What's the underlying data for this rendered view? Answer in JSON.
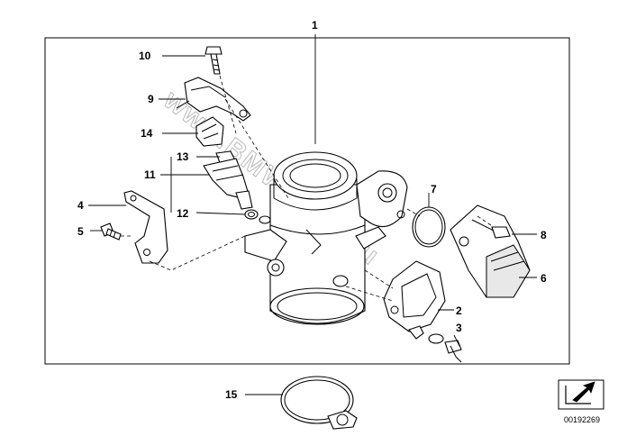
{
  "diagram": {
    "title": "Throttle housing assembly",
    "watermark": "www.BMWstore.ru",
    "document_number": "00192269",
    "callouts": [
      {
        "id": "c1",
        "label": "1"
      },
      {
        "id": "c2",
        "label": "2"
      },
      {
        "id": "c3",
        "label": "3"
      },
      {
        "id": "c4",
        "label": "4"
      },
      {
        "id": "c5",
        "label": "5"
      },
      {
        "id": "c6",
        "label": "6"
      },
      {
        "id": "c7",
        "label": "7"
      },
      {
        "id": "c8",
        "label": "8"
      },
      {
        "id": "c9",
        "label": "9"
      },
      {
        "id": "c10",
        "label": "10"
      },
      {
        "id": "c11",
        "label": "11"
      },
      {
        "id": "c12",
        "label": "12"
      },
      {
        "id": "c13",
        "label": "13"
      },
      {
        "id": "c14",
        "label": "14"
      },
      {
        "id": "c15",
        "label": "15"
      }
    ]
  }
}
